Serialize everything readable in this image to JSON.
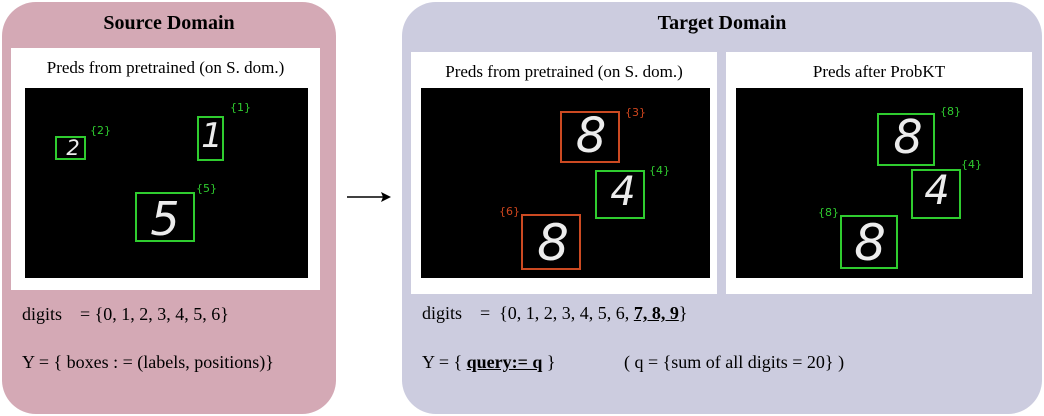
{
  "source": {
    "title": "Source Domain",
    "caption": "Preds from pretrained (on S. dom.)",
    "digits_line": "digits    = {0, 1, 2, 3, 4, 5, 6}",
    "y_line": "Y = { boxes : = (labels, positions)}",
    "detections": [
      {
        "digit": "2",
        "tag": "{2}"
      },
      {
        "digit": "1",
        "tag": "{1}"
      },
      {
        "digit": "5",
        "tag": "{5}"
      }
    ]
  },
  "target": {
    "title": "Target Domain",
    "left_caption": "Preds from pretrained (on S. dom.)",
    "right_caption": "Preds after ProbKT",
    "digits_prefix": "digits    =  {0, 1, 2, 3, 4, 5, 6, ",
    "digits_new": "7, 8, 9",
    "digits_suffix": "}",
    "y_prefix": "Y = { ",
    "y_query": "query:= q",
    "y_suffix": " }",
    "q_def": "( q = {sum of all digits = 20} )",
    "pretrained_detections": [
      {
        "digit": "8",
        "tag": "{3}",
        "correct": false
      },
      {
        "digit": "4",
        "tag": "{4}",
        "correct": true
      },
      {
        "digit": "8",
        "tag": "{6}",
        "correct": false
      }
    ],
    "probkt_detections": [
      {
        "digit": "8",
        "tag": "{8}",
        "correct": true
      },
      {
        "digit": "4",
        "tag": "{4}",
        "correct": true
      },
      {
        "digit": "8",
        "tag": "{8}",
        "correct": true
      }
    ]
  },
  "colors": {
    "source_bg": "#d4a9b5",
    "target_bg": "#ccccdf",
    "correct_box": "#2fcc2f",
    "wrong_box": "#cc4a22"
  }
}
